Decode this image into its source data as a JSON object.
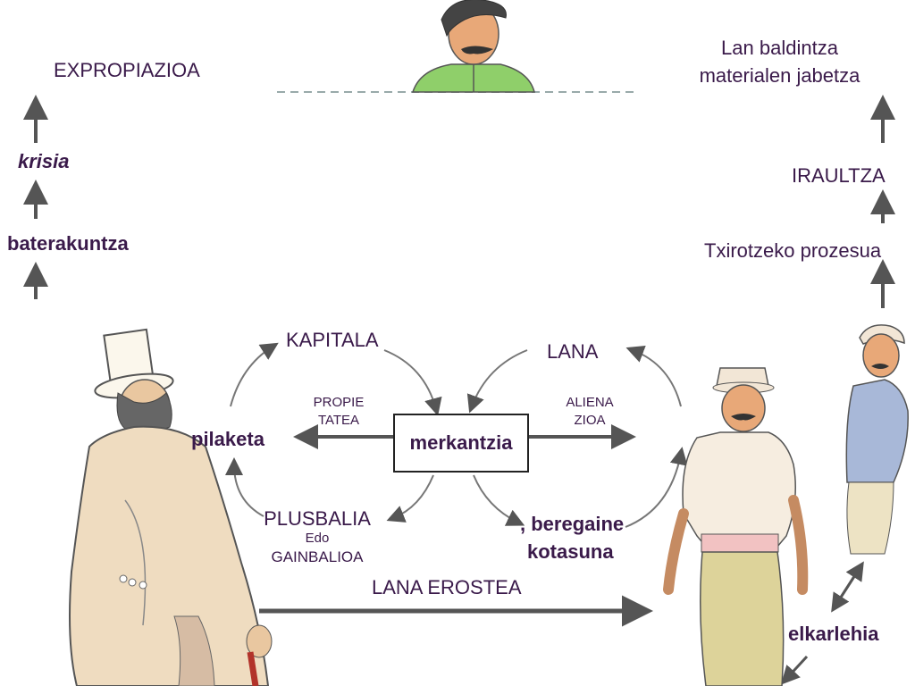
{
  "top_left": {
    "expropiazioa": "EXPROPIAZIOA",
    "krisia": "krisia",
    "baterakuntza": "baterakuntza"
  },
  "top_right": {
    "lan_baldintza_line1": "Lan baldintza",
    "lan_baldintza_line2": "materialen jabetza",
    "iraultza": "IRAULTZA",
    "txirotzeko": "Txirotzeko prozesua"
  },
  "cycle": {
    "kapitala": "KAPITALA",
    "lana": "LANA",
    "propietatea_line1": "PROPIE",
    "propietatea_line2": "TATEA",
    "alienazioa_line1": "ALIENA",
    "alienazioa_line2": "ZIOA",
    "pilaketa": "pilaketa",
    "merkantzia": "merkantzia",
    "plusbalia": "PLUSBALIA",
    "edo": "Edo",
    "gainbalioa": "GAINBALIOA",
    "beregaine_line1": ", beregaine",
    "beregaine_line2": "kotasuna"
  },
  "bottom": {
    "lana_erostea": "LANA EROSTEA",
    "elkarlehia": "elkarlehia"
  },
  "colors": {
    "text": "#3a1a4a",
    "arrow": "#555555"
  }
}
